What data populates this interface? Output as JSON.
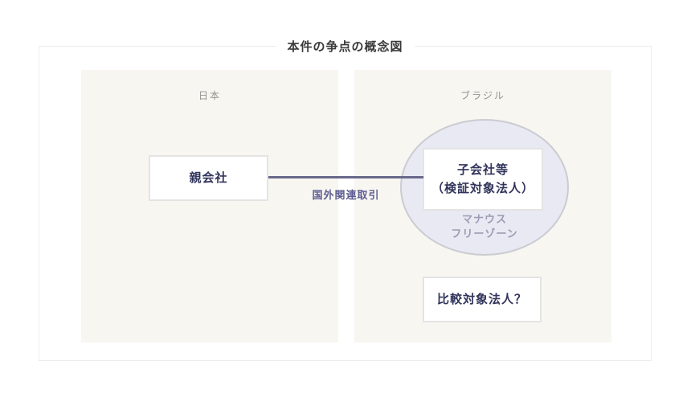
{
  "diagram": {
    "title": "本件の争点の概念図",
    "connector": {
      "label": "国外関連取引"
    },
    "japan": {
      "region_label": "日本",
      "parent_company_label": "親会社"
    },
    "brazil": {
      "region_label": "ブラジル",
      "subsidiary_line1": "子会社等",
      "subsidiary_line2": "（検証対象法人）",
      "zone_line1": "マナウス",
      "zone_line2": "フリーゾーン",
      "comparison_label": "比較対象法人？"
    },
    "colors": {
      "panel_bg": "#f8f6f1",
      "ellipse_bg": "#e9e9f3",
      "ellipse_border": "#cbcbd2",
      "box_border": "#e4e4e4",
      "dark_navy": "#31345b",
      "connector": "#68688a",
      "connector_label": "#5d5d91",
      "region_label": "#929292",
      "zone_label": "#9b9bb3",
      "frame_border": "#ececec",
      "title_color": "#3a3a3a"
    }
  }
}
